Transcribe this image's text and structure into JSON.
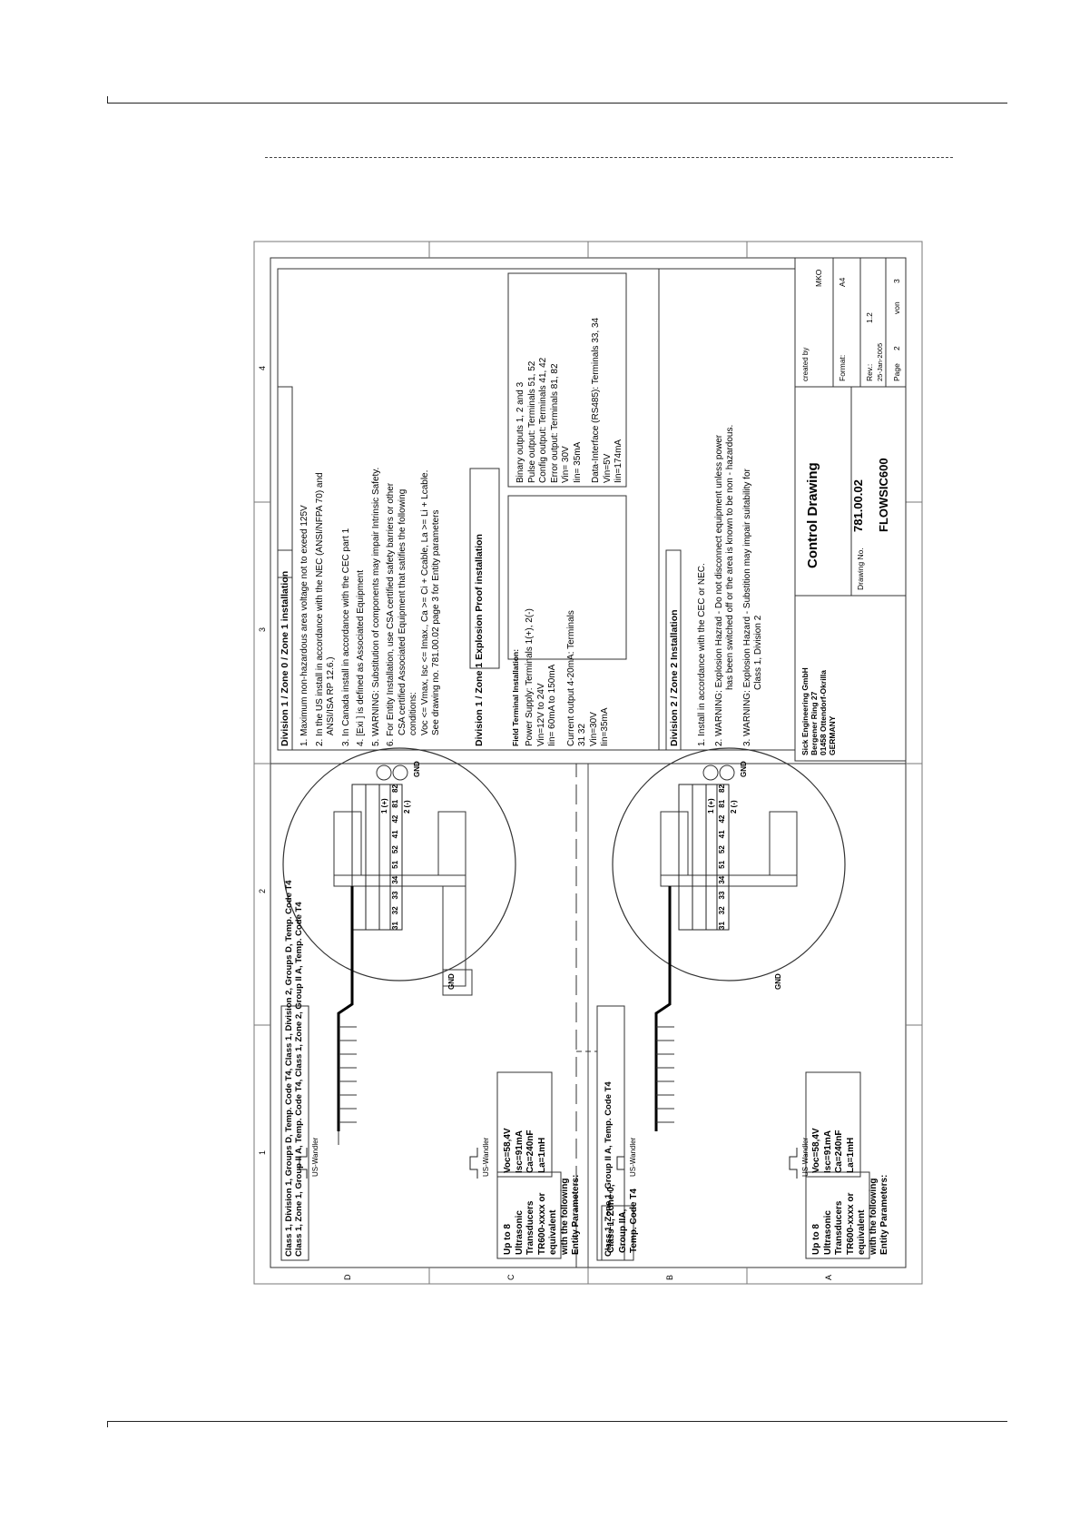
{
  "frame": {
    "col_labels": [
      "1",
      "2",
      "3",
      "4"
    ],
    "row_labels": [
      "D",
      "C",
      "B",
      "A"
    ]
  },
  "left": {
    "top_class_line1": "Class 1, Division 1, Groups D, Temp. Code T4, Class 1, Division 2, Groups D, Temp. Code T4",
    "top_class_line2": "Class 1, Zone 1, Group II A, Temp. Code T4, Class 1, Zone 2, Group II A, Temp. Code T4",
    "bottom_class": "Class 1, Zone 1, Group II A, Temp. Code T4",
    "zone0_box": [
      "Class 1, Zone 0,",
      "Group IIA,",
      "Temp. Code T4"
    ],
    "transducer_label": "US-Wandler",
    "transducer_text": [
      "Up to 8",
      "Ultrasonic Transducers",
      "TR600-xxxx or equivalent",
      "with the following",
      "Entity Parameters:"
    ],
    "entity_params": [
      "Voc=58,4V",
      "Isc=91mA",
      "Ca=240nF",
      "La=1mH"
    ],
    "terminals": [
      "31",
      "32",
      "33",
      "34",
      "51",
      "52",
      "41",
      "42",
      "81",
      "82"
    ],
    "plus_label": "1 (+)",
    "minus_label": "2 (-)",
    "gnd": "GND"
  },
  "notes": {
    "div1_title": "Division 1 / Zone 0 / Zone 1 installation",
    "div1_items": [
      "1. Maximum non-hazardous area voltage not to exeed 125V",
      "2. In the US install in accordance with the NEC (ANSI/NFPA 70) and",
      "ANSI/ISA RP 12.6.)",
      "3. In Canada install in accordance with the CEC part 1",
      "4. [Exi ] is defined as Associated Equipment",
      "5. WARNING: Substitution of components may impair Intrinsic Safety.",
      "6. For Entity Installation, use CSA certified safety barriers or other",
      "CSA certified Associated Equipment that satifies the following",
      "conditions:",
      "Voc <= Vmax, Isc <= Imax., Ca >= Ci + Ccable, La >= Li + Lcable.",
      "See drawing no. 781.00.02 page 3 for Entity parameters"
    ],
    "div1_xp_title": "Division 1 / Zone 1 Explosion Proof installation",
    "field_title": "Field Terminal Installation:",
    "field_left": [
      "Power Supply: Terminals 1(+), 2(-)",
      "Vin=12V to 24V",
      "Iin= 60mA to 150mA",
      "",
      "Current output 4-20mA: Terminals",
      "31 32",
      "Vin=30V",
      "Iin=35mA"
    ],
    "field_right": [
      "Binary outputs 1, 2 and 3",
      "Pulse output: Terminals 51, 52",
      "Config output: Terminals 41, 42",
      "Error output: Terminals 81, 82",
      "Vin= 30V",
      "Iin= 35mA",
      "",
      "Data-Interface (RS485): Terminals 33, 34",
      "Vin=5V",
      "Iin=174mA"
    ],
    "div2_title": "Division 2 / Zone 2 Installation",
    "div2_items": [
      "1. Install in accordance with the CEC or NEC.",
      "2. WARNING: Explosion Hazrad - Do not disconnect equipment unless power",
      "has been switched off or the area is known to be non - hazardous.",
      "3. WARNING: Explosion Hazard - Substition may impair suitability for",
      "Class 1, Division 2"
    ]
  },
  "title_block": {
    "company": [
      "Sick Engineering GmbH",
      "Bergener Ring 27",
      "01458 Ottendorf-Okrilla",
      "GERMANY"
    ],
    "title": "Control Drawing",
    "drawing_no_label": "Drawing No.",
    "drawing_no": "781.00.02",
    "product": "FLOWSIC600",
    "created_by_label": "created by",
    "created_by": "MKO",
    "format_label": "Format:",
    "format": "A4",
    "rev_label": "Rev.:",
    "rev": "1.2",
    "date": "25-Jan-2005",
    "page_label": "Page",
    "page": "2",
    "of_label": "von",
    "pages": "3"
  }
}
